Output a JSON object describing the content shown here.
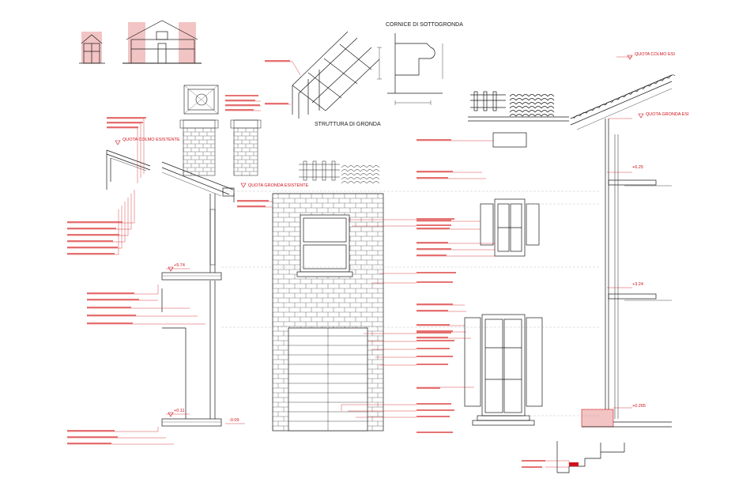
{
  "titles": {
    "cornice": "CORNICE DI SOTTOGRONDA",
    "struttura": "STRUTTURA DI GRONDA"
  },
  "levels": {
    "colmo_left": "QUOTA COLMO ESISTENTE",
    "gronda_mid": "QUOTA GRONDA ESISTENTE",
    "colmo_right": "QUOTA COLMO ESI",
    "gronda_right": "QUOTA GRONDA ESI",
    "e_574": "+5.74",
    "e_011": "+0.11",
    "e_009": "-0.09",
    "e_625": "+6.25",
    "e_324": "+3.24",
    "e_0265": "+0.265"
  },
  "colors": {
    "annotation": "#d0121b",
    "line": "#1a1a1a",
    "highlight": "#f2c4c4"
  }
}
